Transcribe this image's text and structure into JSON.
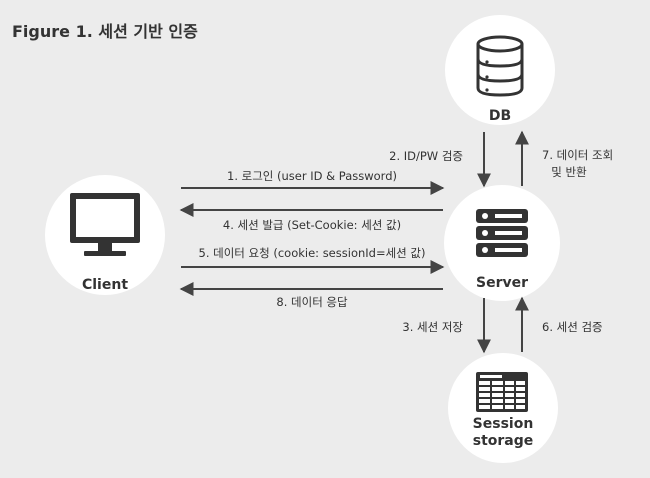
{
  "title": "Figure 1. 세션 기반 인증",
  "nodes": {
    "db": {
      "label": "DB",
      "icon": "database-icon"
    },
    "client": {
      "label": "Client",
      "icon": "monitor-icon"
    },
    "server": {
      "label": "Server",
      "icon": "server-icon"
    },
    "session": {
      "label_line1": "Session",
      "label_line2": "storage",
      "icon": "session-table-icon"
    }
  },
  "edges": {
    "e1": "1. 로그인 (user ID & Password)",
    "e4": "4. 세션 발급 (Set-Cookie: 세션 값)",
    "e5": "5. 데이터 요청 (cookie: sessionId=세션 값)",
    "e8": "8. 데이터 응답",
    "e2": "2. ID/PW 검증",
    "e7_line1": "7. 데이터 조회",
    "e7_line2": "및 반환",
    "e3": "3. 세션 저장",
    "e6": "6. 세션 검증"
  },
  "colors": {
    "background": "#ececec",
    "node_fill": "#ffffff",
    "icon": "#333333",
    "arrow": "#444444",
    "text": "#333333"
  }
}
